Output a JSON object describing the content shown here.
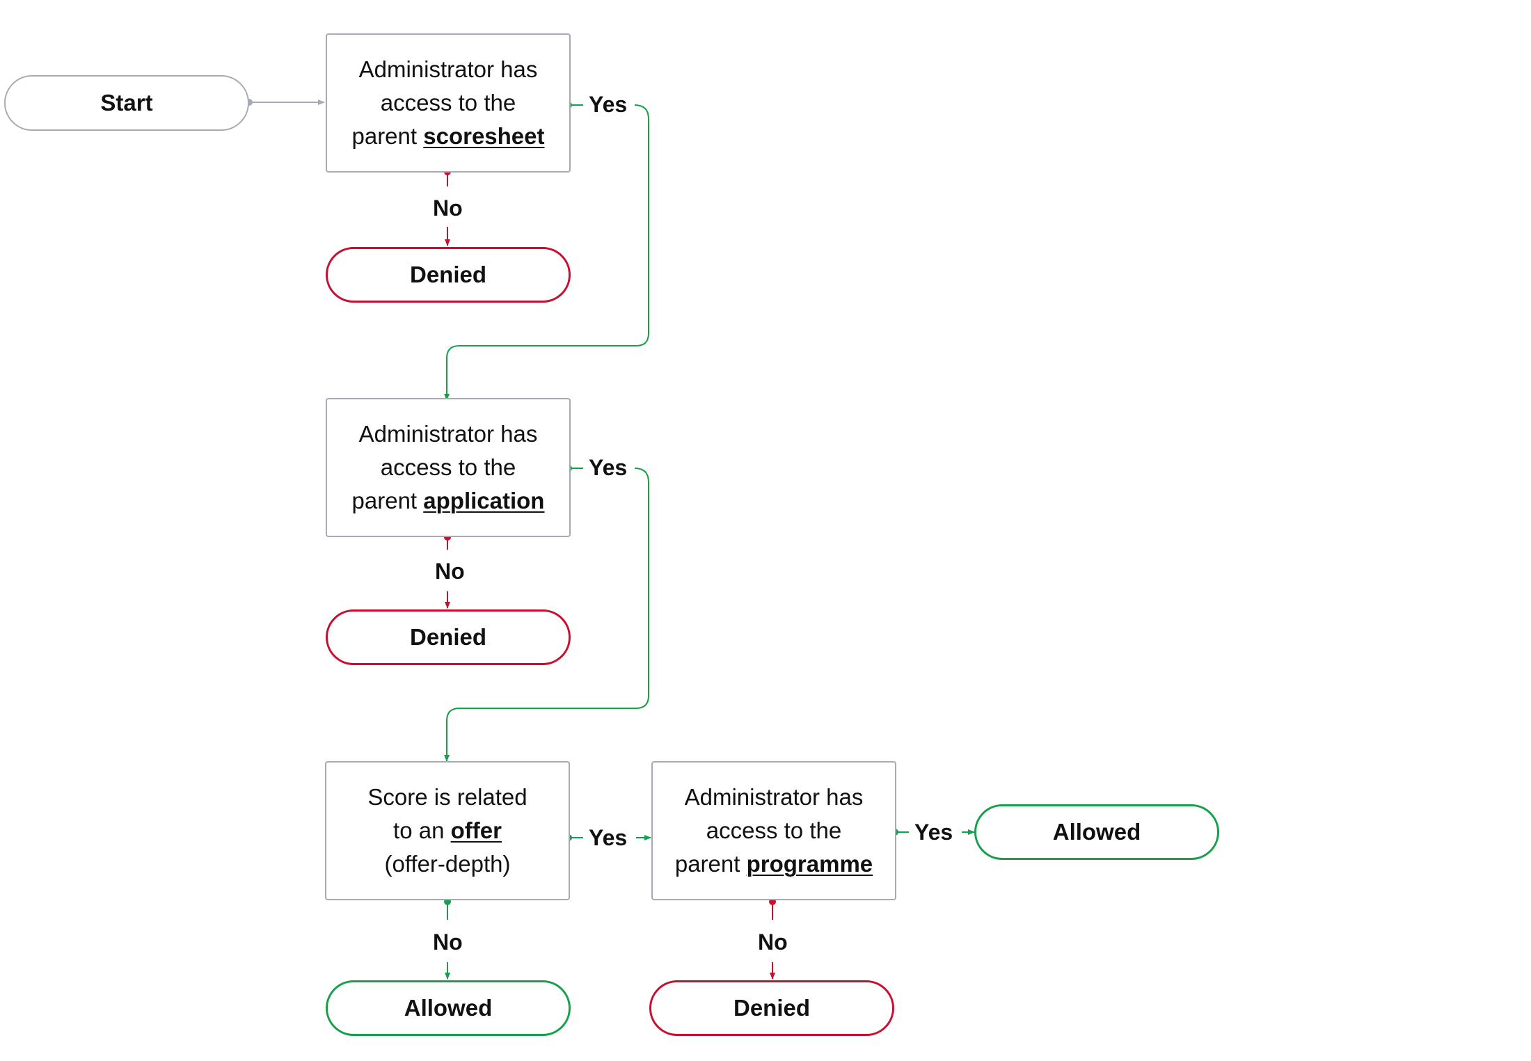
{
  "colors": {
    "neutral": "#a7a9b4",
    "yes_path": "#16a04a",
    "no_path": "#c8102e"
  },
  "start": {
    "label": "Start"
  },
  "decision_1": {
    "line1": "Administrator has",
    "line2": "access to the",
    "line3_prefix": "parent ",
    "line3_emphasis": "scoresheet"
  },
  "decision_2": {
    "line1": "Administrator has",
    "line2": "access to the",
    "line3_prefix": "parent ",
    "line3_emphasis": "application"
  },
  "decision_3": {
    "line1": "Score is related",
    "line2_prefix": "to an ",
    "line2_emphasis": "offer",
    "line3": "(offer-depth)"
  },
  "decision_4": {
    "line1": "Administrator has",
    "line2": "access to the",
    "line3_prefix": "parent ",
    "line3_emphasis": "programme"
  },
  "outcomes": {
    "denied_1": "Denied",
    "denied_2": "Denied",
    "allowed_1": "Allowed",
    "denied_3": "Denied",
    "allowed_2": "Allowed"
  },
  "edge_labels": {
    "yes_1": "Yes",
    "no_1": "No",
    "yes_2": "Yes",
    "no_2": "No",
    "yes_3": "Yes",
    "no_3": "No",
    "yes_4": "Yes",
    "no_4": "No"
  }
}
